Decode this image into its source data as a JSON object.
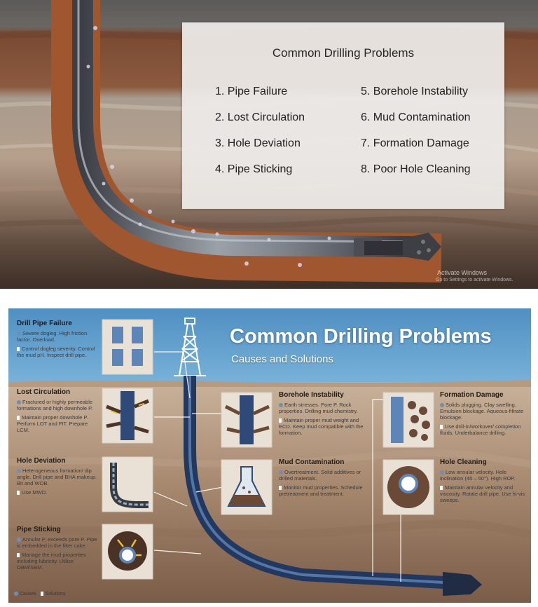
{
  "top_panel": {
    "title": "Common Drilling Problems",
    "problems": [
      "1. Pipe Failure",
      "2. Lost Circulation",
      "3. Hole Deviation",
      "4. Pipe Sticking",
      "5. Borehole Instability",
      "6. Mud Contamination",
      "7. Formation Damage",
      "8. Poor Hole Cleaning"
    ],
    "watermark_line1": "Activate Windows",
    "watermark_line2": "Go to Settings to activate Windows."
  },
  "bottom_panel": {
    "title": "Common Drilling Problems",
    "subtitle": "Causes and Solutions",
    "sections": {
      "drill_pipe_failure": {
        "heading": "Drill Pipe Failure",
        "cause": "Severe dogleg. High friction factor. Overload.",
        "solution": "Control dogleg severity. Control the mud pH. Inspect drill pipe."
      },
      "lost_circulation": {
        "heading": "Lost Circulation",
        "cause": "Fractured or highly permeable formations and high downhole P.",
        "solution": "Maintain proper downhole P. Perform LOT and FIT. Prepare LCM."
      },
      "hole_deviation": {
        "heading": "Hole Deviation",
        "cause": "Heterogeneous formation/ dip angle. Drill pipe and BHA makeup. Bit and WOB.",
        "solution": "Use MWD."
      },
      "pipe_sticking": {
        "heading": "Pipe Sticking",
        "cause": "Annular P. exceeds pore P. Pipe is embedded in the filter cake.",
        "solution": "Manage the mud properties including lubricity. Utilize OBM/SBM."
      },
      "borehole_instability": {
        "heading": "Borehole Instability",
        "cause": "Earth stresses. Pore P. Rock properties. Drilling mud chemistry.",
        "solution": "Maintain proper mud weight and ECD. Keep mud compatible with the formation."
      },
      "mud_contamination": {
        "heading": "Mud Contamination",
        "cause": "Overtreatment. Solid additives or drilled materials.",
        "solution": "Monitor mud properties. Schedule pretreatment and treatment."
      },
      "formation_damage": {
        "heading": "Formation Damage",
        "cause": "Solids plugging. Clay swelling. Emulsion blockage. Aqueous-filtrate blockage.",
        "solution": "Use drill-in/workover/ completion fluids. Underbalance drilling."
      },
      "hole_cleaning": {
        "heading": "Hole Cleaning",
        "cause": "Low annular velocity. Hole inclination (45 – 50°). High ROP.",
        "solution": "Maintain annular velocity and viscosity. Rotate drill pipe. Use hi-vis sweeps."
      }
    },
    "legend": {
      "cause": "Causes",
      "solution": "Solutions"
    }
  },
  "colors": {
    "sky_blue": "#5a9ac9",
    "earth_brown": "#8a6a52",
    "pipe_navy": "#22385f",
    "rock_tan": "#b89878"
  }
}
